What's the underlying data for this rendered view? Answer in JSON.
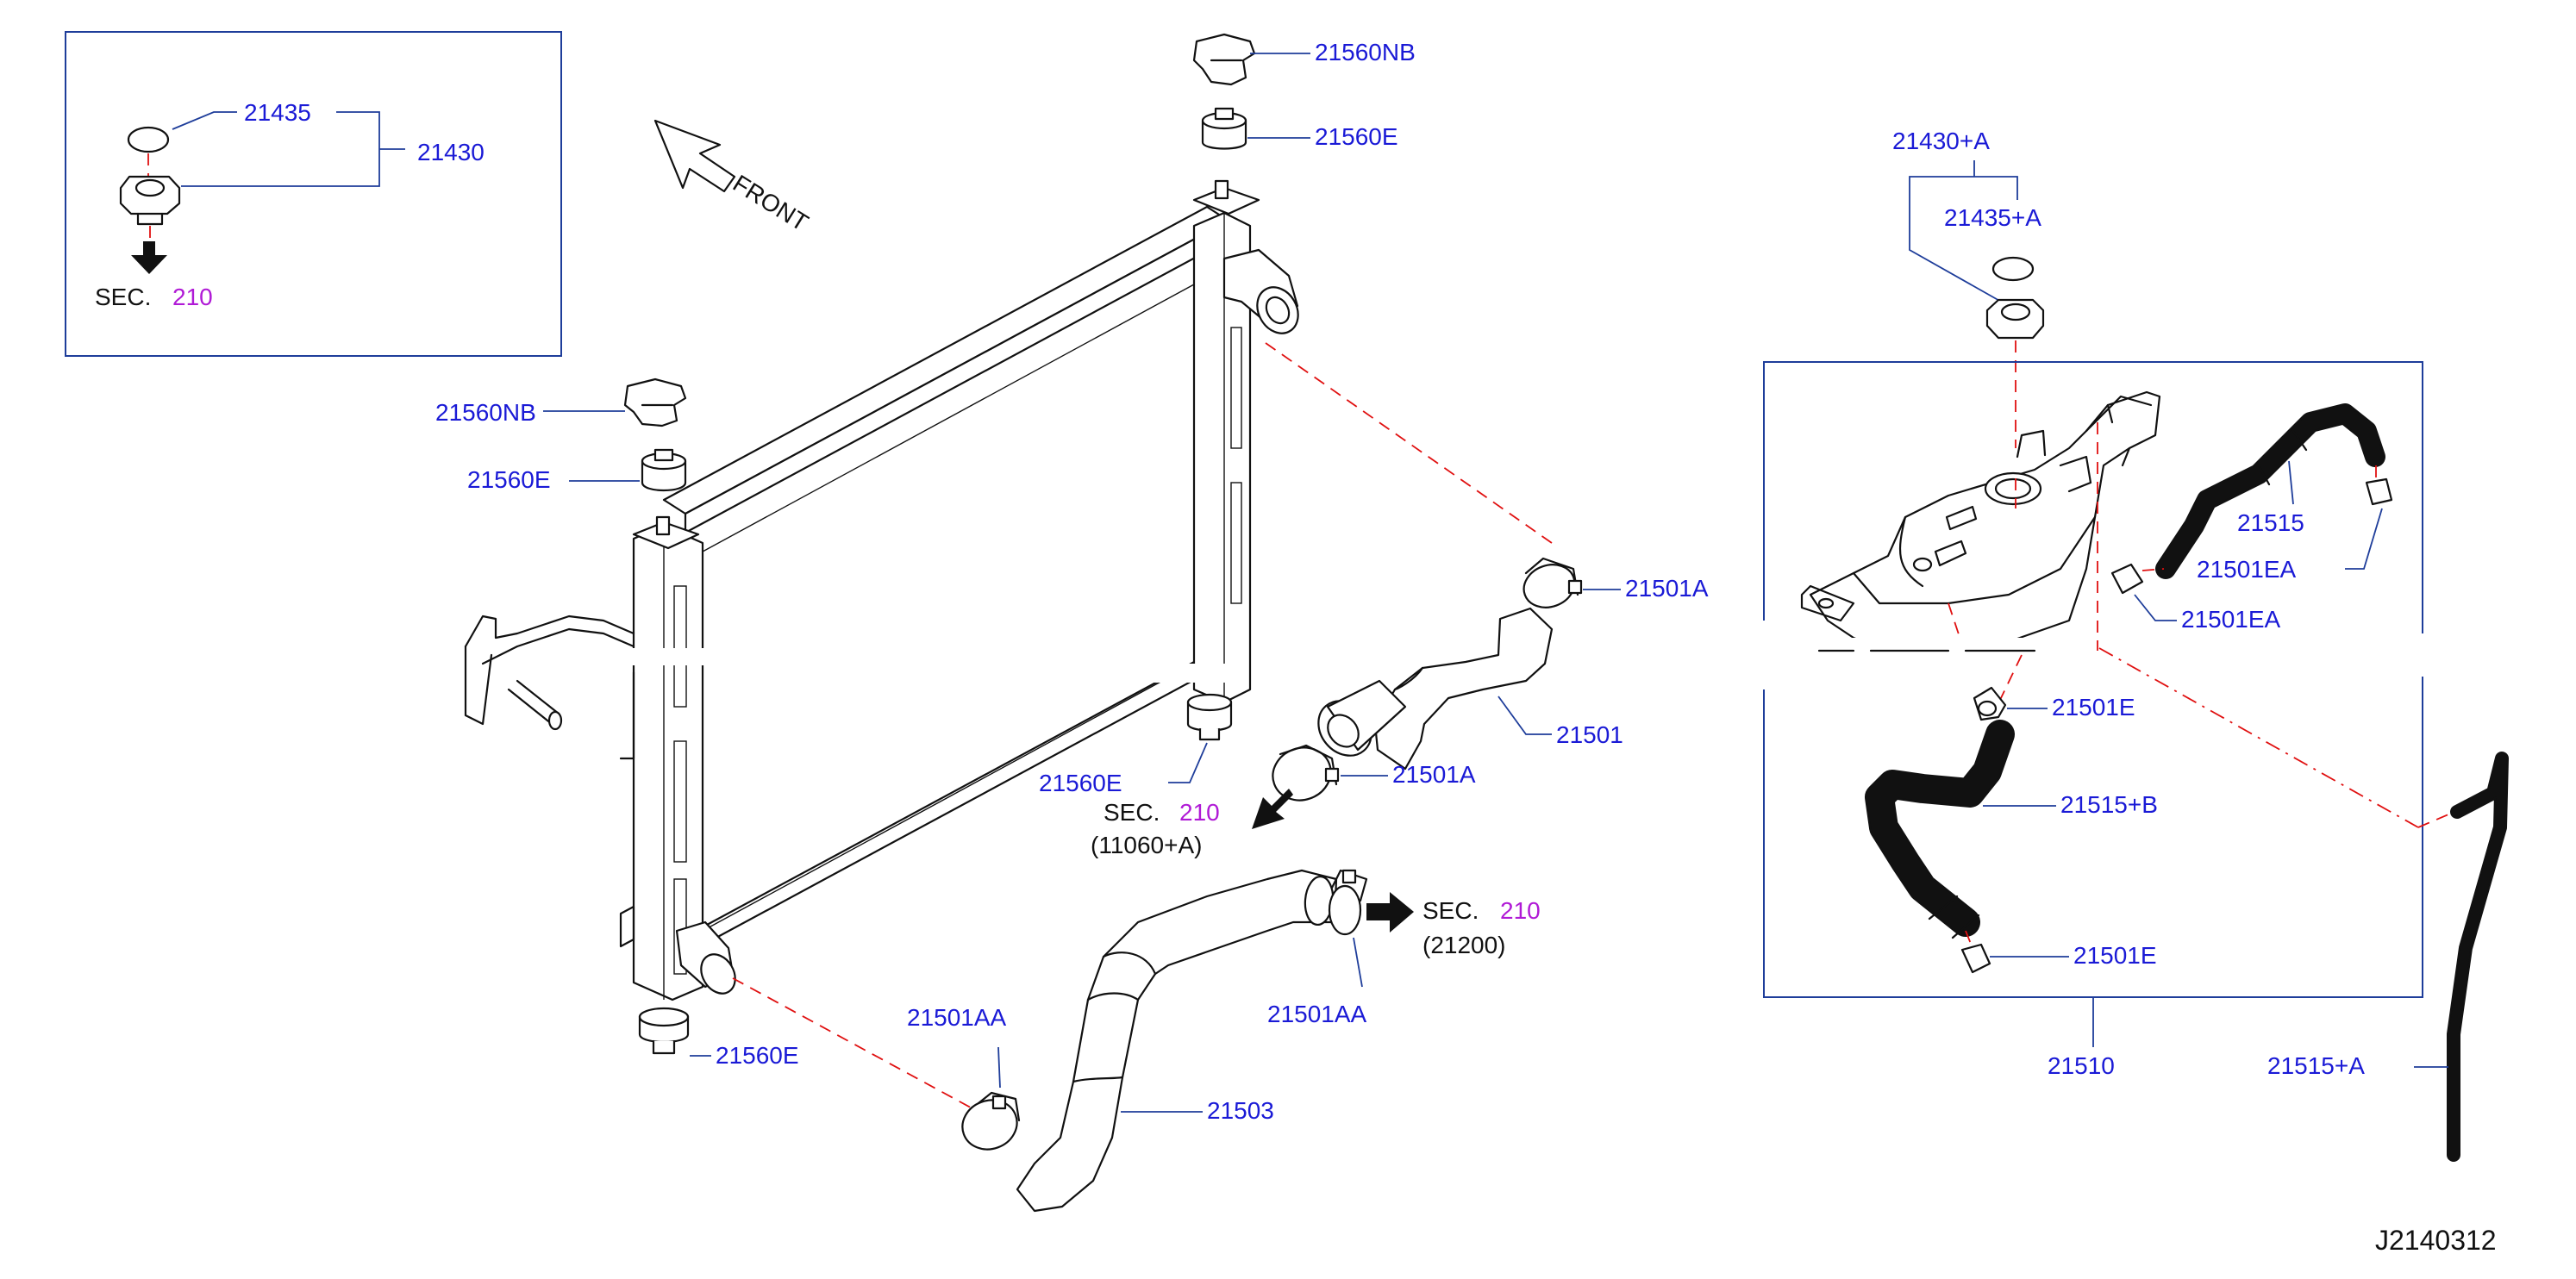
{
  "diagram": {
    "code": "J2140312",
    "front_label": "FRONT",
    "sec_prefix": "SEC.",
    "sec_number": "210",
    "sec_refs": [
      "(11060+A)",
      "(21200)"
    ],
    "parts": {
      "p21435": "21435",
      "p21430": "21430",
      "p21560NB": "21560NB",
      "p21560E": "21560E",
      "p21501A": "21501A",
      "p21501": "21501",
      "p21501AA": "21501AA",
      "p21503": "21503",
      "p21430A": "21430+A",
      "p21435A": "21435+A",
      "p21515": "21515",
      "p21501EA": "21501EA",
      "p21501E": "21501E",
      "p21515B": "21515+B",
      "p21510": "21510",
      "p21515A": "21515+A"
    }
  }
}
